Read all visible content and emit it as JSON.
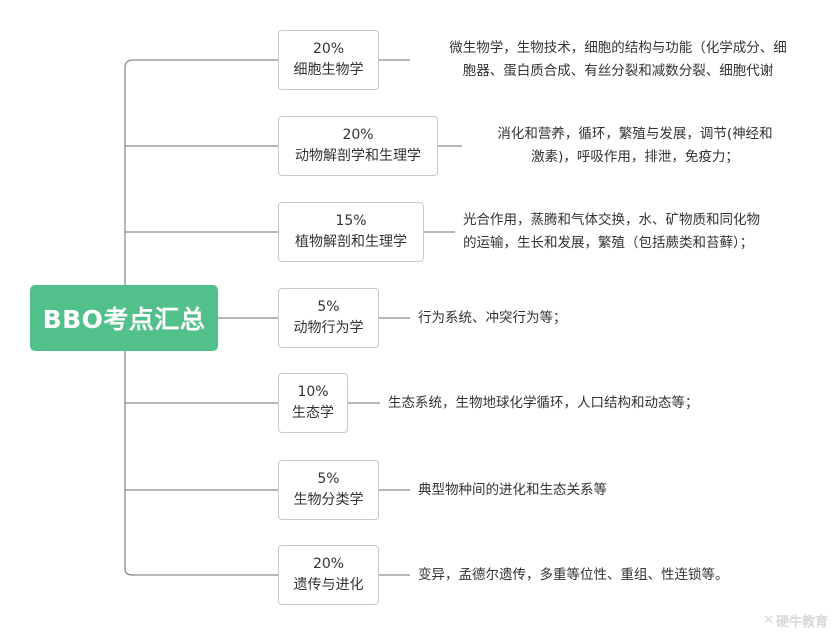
{
  "root": {
    "label": "BBO考点汇总"
  },
  "branches": [
    {
      "percent": "20%",
      "title": "细胞生物学",
      "desc": [
        "微生物学，生物技术，细胞的结构与功能（化学成分、细",
        "胞器、蛋白质合成、有丝分裂和减数分裂、细胞代谢"
      ]
    },
    {
      "percent": "20%",
      "title": "动物解剖学和生理学",
      "desc": [
        "消化和营养，循环，繁殖与发展，调节(神经和",
        "激素)，呼吸作用，排泄，免疫力；"
      ]
    },
    {
      "percent": "15%",
      "title": "植物解剖和生理学",
      "desc": [
        "光合作用，蒸腾和气体交换，水、矿物质和同化物",
        "的运输，生长和发展，繁殖（包括蕨类和苔藓）；"
      ]
    },
    {
      "percent": "5%",
      "title": "动物行为学",
      "desc": [
        "行为系统、冲突行为等；"
      ]
    },
    {
      "percent": "10%",
      "title": "生态学",
      "desc": [
        "生态系统，生物地球化学循环，人口结构和动态等；"
      ]
    },
    {
      "percent": "5%",
      "title": "生物分类学",
      "desc": [
        "典型物种间的进化和生态关系等"
      ]
    },
    {
      "percent": "20%",
      "title": "遗传与进化",
      "desc": [
        "变异，孟德尔遗传，多重等位性、重组、性连锁等。"
      ]
    }
  ],
  "watermark": {
    "text": "硬牛教育"
  }
}
